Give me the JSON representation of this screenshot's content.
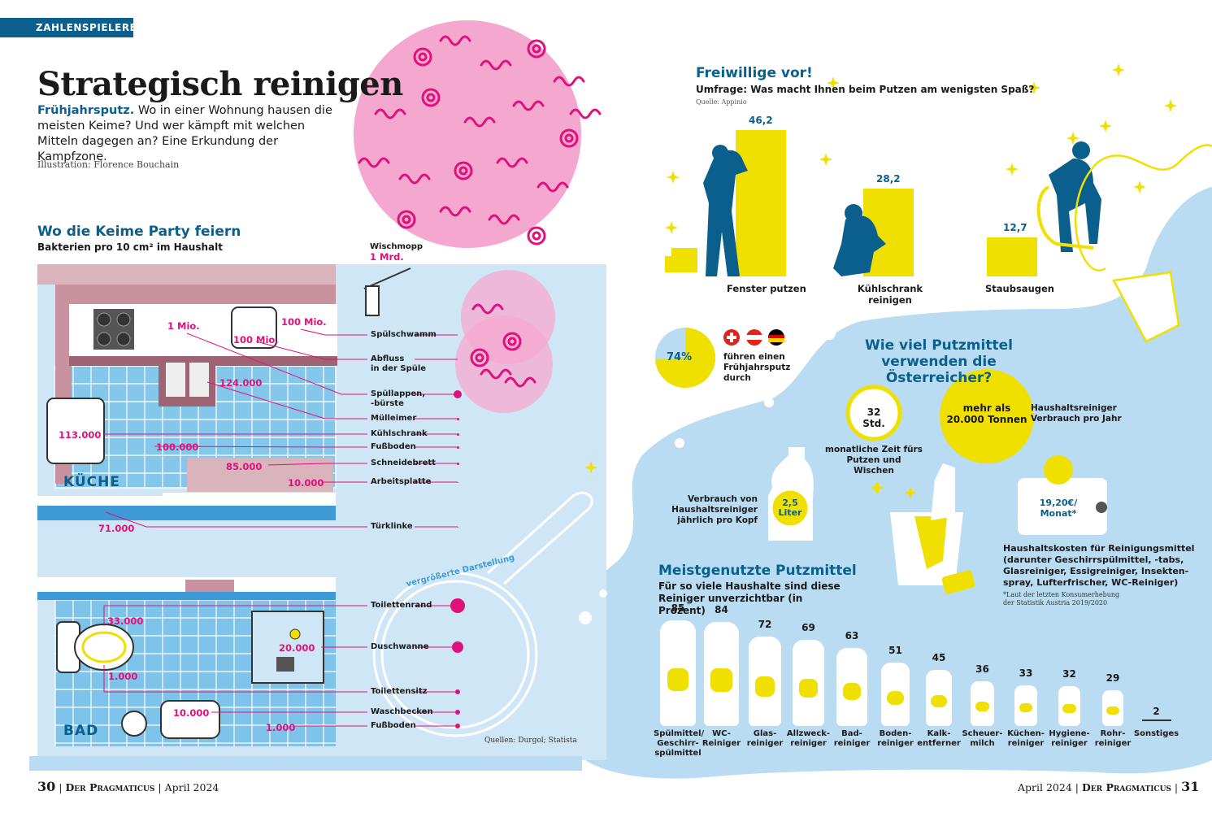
{
  "header": {
    "kicker": "ZAHLENSPIELEREI",
    "title": "Strategisch reinigen",
    "intro_bold": "Frühjahrsputz.",
    "intro_text": " Wo in einer Wohnung hausen die meisten Keime? Und wer kämpft mit welchen Mitteln dagegen an? Eine Erkundung der Kampfzone.",
    "credit": "Illustration: Florence Bouchain"
  },
  "germs": {
    "title": "Wo die Keime Party feiern",
    "subtitle": "Bakterien pro 10 cm² im Haushalt",
    "enlarged": "vergrößerte Darstellung",
    "sources": "Quellen: Durgol; Statista",
    "kitchen_label": "KÜCHE",
    "bath_label": "BAD",
    "mop": {
      "label": "Wischmopp",
      "value": "1 Mrd."
    },
    "kitchen_items": [
      {
        "label": "Spülschwamm",
        "value": "100 Mio."
      },
      {
        "label": "Abfluss\nin der Spüle",
        "value": "100 Mio."
      },
      {
        "label": "Spüllappen,\n-bürste",
        "value": "1 Mio."
      },
      {
        "label": "Mülleimer",
        "value": "124.000"
      },
      {
        "label": "Kühlschrank",
        "value": "113.000"
      },
      {
        "label": "Fußboden",
        "value": "100.000"
      },
      {
        "label": "Schneidebrett",
        "value": "85.000"
      },
      {
        "label": "Arbeitsplatte",
        "value": "10.000"
      },
      {
        "label": "Türklinke",
        "value": "71.000"
      }
    ],
    "bath_items": [
      {
        "label": "Toilettenrand",
        "value": "33.000"
      },
      {
        "label": "Duschwanne",
        "value": "20.000"
      },
      {
        "label": "Toilettensitz",
        "value": "1.000"
      },
      {
        "label": "Waschbecken",
        "value": "10.000"
      },
      {
        "label": "Fußboden",
        "value": "1.000"
      }
    ]
  },
  "survey": {
    "title": "Freiwillige vor!",
    "question": "Umfrage: Was macht Ihnen beim Putzen am wenigsten Spaß?",
    "source": "Quelle: Appinio",
    "items": [
      {
        "label": "Fenster putzen",
        "value": "46,2"
      },
      {
        "label": "Kühlschrank\nreinigen",
        "value": "28,2"
      },
      {
        "label": "Staubsaugen",
        "value": "12,7"
      }
    ]
  },
  "spring": {
    "percent": "74%",
    "text": "führen einen\nFrühjahrsputz\ndurch",
    "value": 74
  },
  "austria": {
    "title": "Wie viel Putzmittel\nverwenden die Österreicher?",
    "hours": "32 Std.",
    "hours_text": "monatliche Zeit fürs\nPutzen und Wischen",
    "tons": "mehr als\n20.000 Tonnen",
    "tons_text": "Haushaltsreiniger\nVerbrauch pro Jahr",
    "liters_text": "Verbrauch von\nHaushaltsreiniger\njährlich pro Kopf",
    "liters": "2,5\nLiter",
    "cost": "19,20€/\nMonat*",
    "cost_text": "Haushaltskosten für Reinigungsmittel\n(darunter Geschirrspülmittel, -tabs,\nGlasreiniger, Essigreiniger, Insekten-\nspray, Lufterfrischer, WC-Reiniger)",
    "footnote": "*Laut der letzten Konsumerhebung\nder Statistik Austria 2019/2020"
  },
  "chart_data": [
    {
      "type": "bar",
      "title": "Freiwillige vor!",
      "categories": [
        "Fenster putzen",
        "Kühlschrank reinigen",
        "Staubsaugen"
      ],
      "values": [
        46.2,
        28.2,
        12.7
      ]
    },
    {
      "type": "pie",
      "categories": [
        "führen einen Frühjahrsputz durch",
        ""
      ],
      "values": [
        74,
        26
      ]
    },
    {
      "type": "bar",
      "title": "Meistgenutzte Putzmittel",
      "subtitle": "Für so viele Haushalte sind diese Reiniger unverzichtbar (in Prozent)",
      "categories": [
        "Spülmittel/\nGeschirr-\nspülmittel",
        "WC-\nReiniger",
        "Glas-\nreiniger",
        "Allzweck-\nreiniger",
        "Bad-\nreiniger",
        "Boden-\nreiniger",
        "Kalk-\nentferner",
        "Scheuer-\nmilch",
        "Küchen-\nreiniger",
        "Hygiene-\nreiniger",
        "Rohr-\nreiniger",
        "Sonstiges"
      ],
      "values": [
        85,
        84,
        72,
        69,
        63,
        51,
        45,
        36,
        33,
        32,
        29,
        2
      ]
    }
  ],
  "footer": {
    "left_page": "30",
    "left_brand": "Der Pragmaticus",
    "left_date": "April 2024",
    "right_date": "April 2024",
    "right_brand": "Der Pragmaticus",
    "right_page": "31"
  },
  "colors": {
    "blue": "#0a5f8c",
    "magenta": "#e0117a",
    "yellow": "#f0e000",
    "light_blue": "#b9dcf2",
    "pink": "#f7a8d0"
  }
}
